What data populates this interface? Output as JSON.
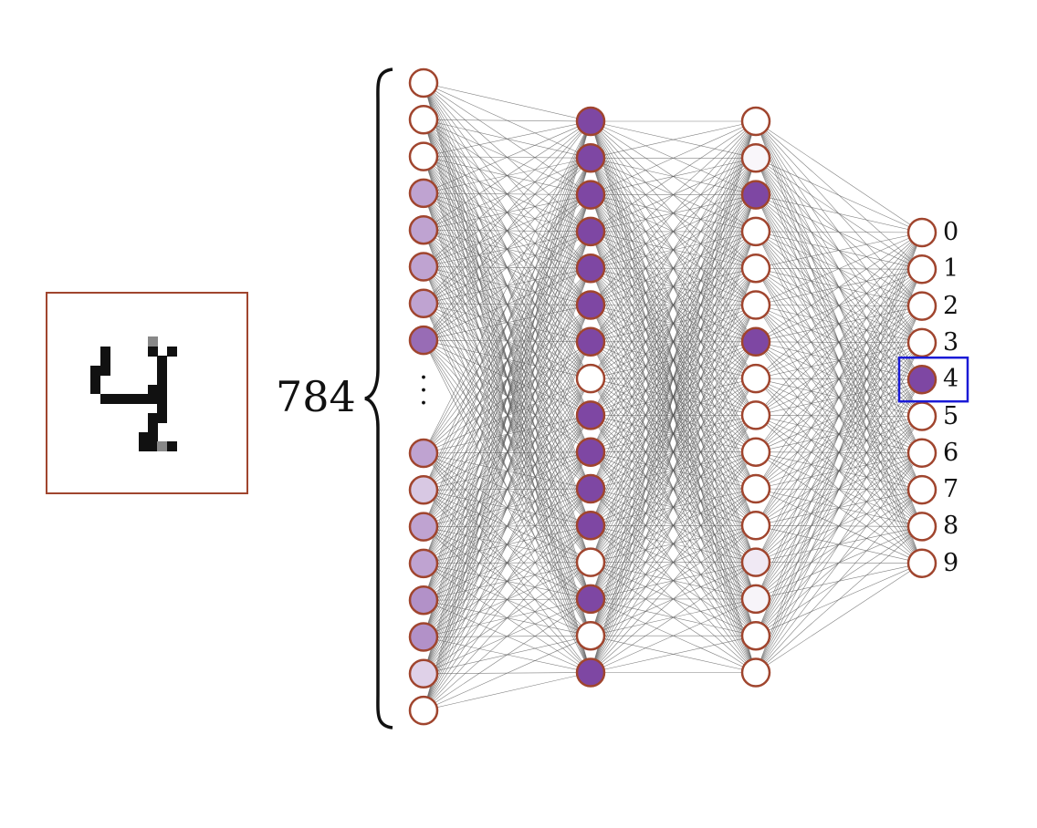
{
  "input_image": {
    "digit": "4",
    "pixels": [
      "..............",
      ".......d......",
      "..#....#.#....",
      "..#.....#.....",
      ".##.....#.....",
      ".#......#.....",
      ".#.....##.....",
      "..#######.....",
      "........#.....",
      ".......##.....",
      ".......#......",
      "......##......",
      "......##d#....",
      ".............."
    ]
  },
  "input_layer": {
    "count_label": "784",
    "ellipsis": "⋮",
    "activations_top": [
      0.0,
      0.0,
      0.0,
      0.5,
      0.5,
      0.5,
      0.5,
      0.8
    ],
    "activations_bottom": [
      0.5,
      0.3,
      0.5,
      0.5,
      0.6,
      0.6,
      0.25,
      0.0
    ]
  },
  "hidden_layer_1": {
    "activations": [
      1,
      1,
      1,
      1,
      1,
      1,
      1,
      0,
      1,
      1,
      1,
      1,
      0,
      1,
      0,
      1
    ]
  },
  "hidden_layer_2": {
    "activations": [
      0,
      0.05,
      1,
      0,
      0,
      0,
      1,
      0,
      0,
      0,
      0,
      0,
      0.12,
      0.06,
      0,
      0
    ]
  },
  "output_layer": {
    "labels": [
      "0",
      "1",
      "2",
      "3",
      "4",
      "5",
      "6",
      "7",
      "8",
      "9"
    ],
    "activations": [
      0,
      0,
      0,
      0,
      1,
      0,
      0,
      0,
      0,
      0
    ],
    "highlighted_index": 4
  },
  "colors": {
    "neuron_stroke": "#a0452e",
    "active_fill": "#7e47a3",
    "edge": "#555555",
    "highlight_box": "#1a1ad6",
    "brace": "#111111"
  }
}
